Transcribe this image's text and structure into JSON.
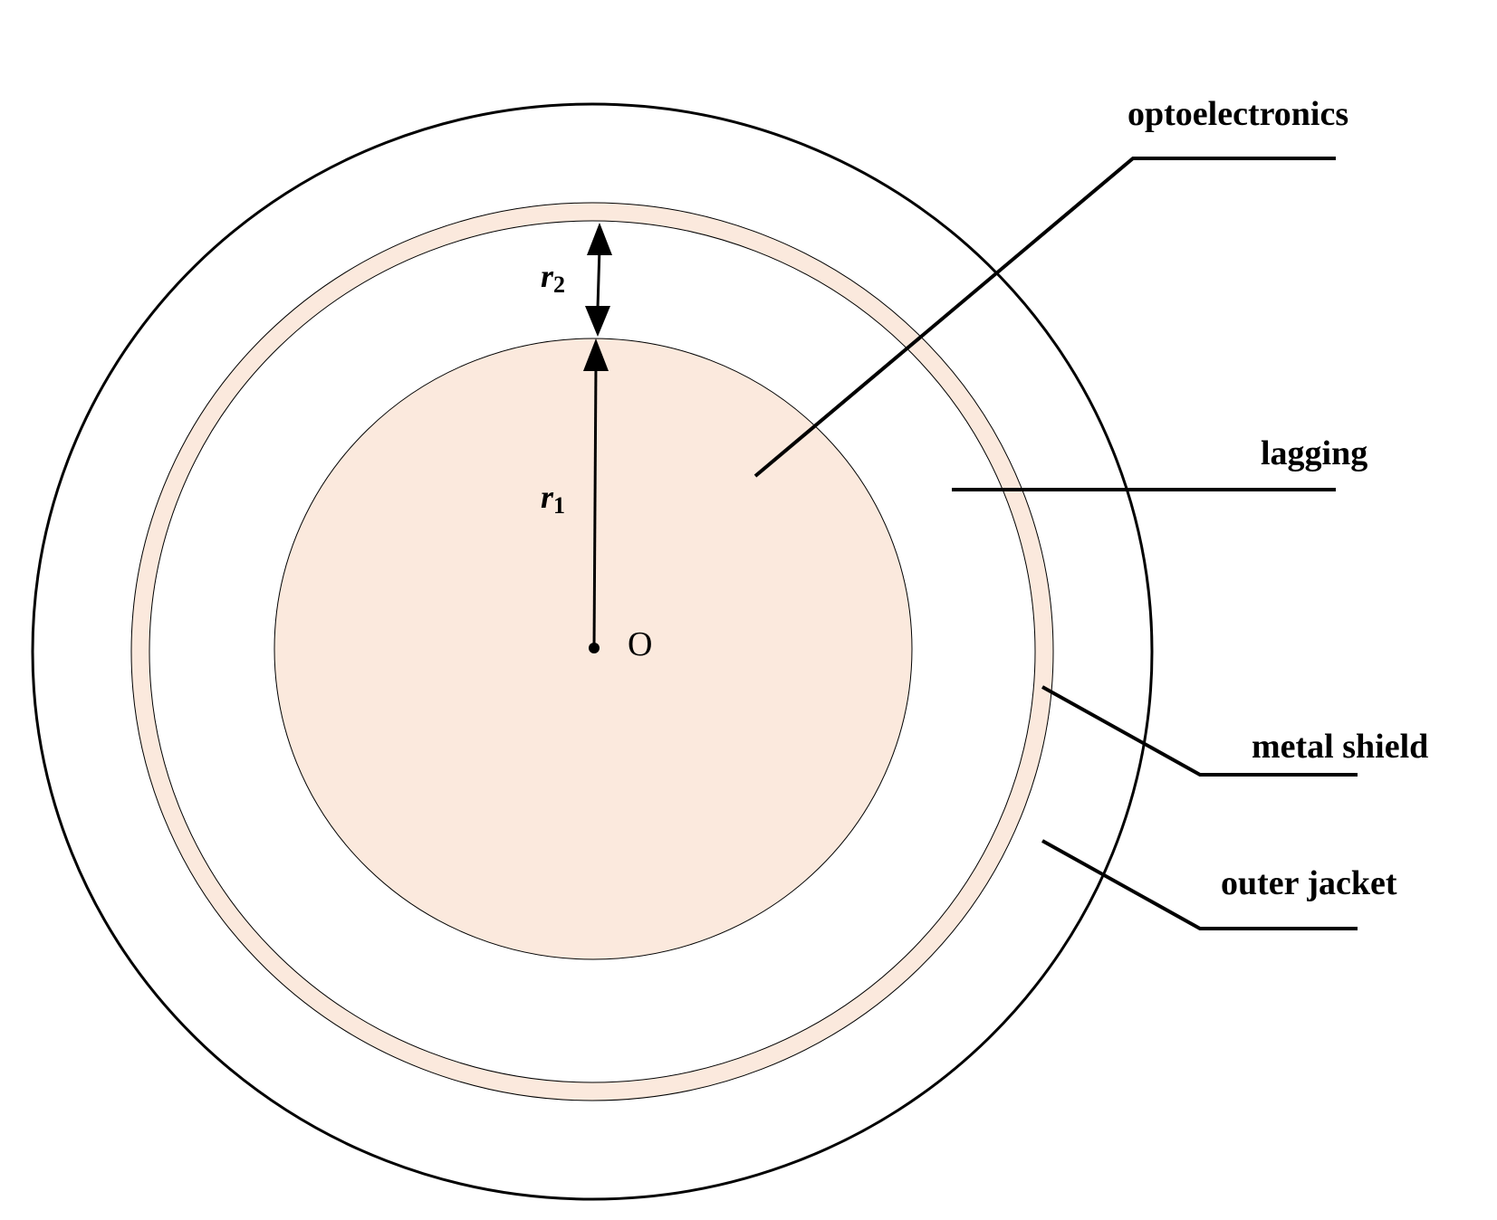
{
  "labels": {
    "optoelectronics": "optoelectronics",
    "lagging": "lagging",
    "metal_shield": "metal shield",
    "outer_jacket": "outer jacket",
    "origin": "O",
    "r1_base": "r",
    "r1_sub": "1",
    "r2_base": "r",
    "r2_sub": "2"
  },
  "colors": {
    "core_fill": "#fbe9dd",
    "shield_fill": "#fbe9dd",
    "background": "#ffffff",
    "stroke": "#000000"
  }
}
